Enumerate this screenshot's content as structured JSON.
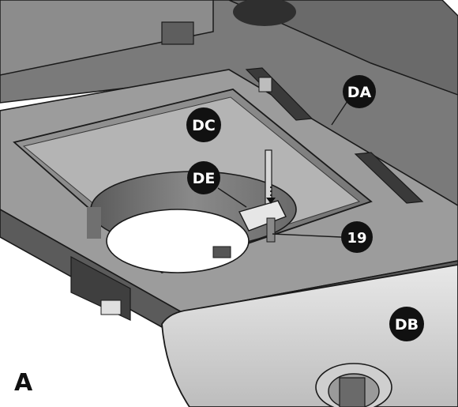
{
  "panel_label": "A",
  "callouts": {
    "da": "DA",
    "db": "DB",
    "dc": "DC",
    "de": "DE",
    "part": "19"
  },
  "colors": {
    "callout_fill": "#111111",
    "callout_text": "#ffffff",
    "metal_light": "#d9d9d9",
    "metal_mid": "#a6a6a6",
    "metal_dark": "#4a4a4a",
    "outline": "#1a1a1a"
  }
}
